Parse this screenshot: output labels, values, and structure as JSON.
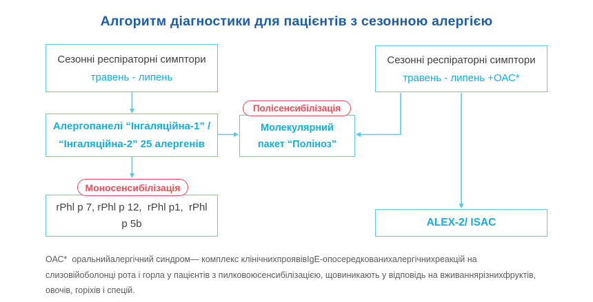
{
  "title": "Алгоритм діагностики для пацієнтів з сезонною алергією",
  "colors": {
    "title_blue": "#1b5cab",
    "box_border_cyan": "#58c8ef",
    "text_cyan": "#12aee0",
    "badge_red": "#ee4b57",
    "text_dark": "#3f3f3f",
    "footnote_gray": "#5a5a5a"
  },
  "flowchart": {
    "left_top": {
      "line1": "Сезонні респіраторні симптори",
      "line2": "травень - липень"
    },
    "right_top": {
      "line1": "Сезонні респіраторні симптори",
      "line2": "травень - липень +ОАС*"
    },
    "allergopanel": {
      "line1": "Алергопанелі “Інгаляційна-1” /",
      "line2": "“Інгаляційна-2” 25 алергенів"
    },
    "poly_badge": "Полісенсибілізація",
    "molecular": {
      "line1": "Молекулярний",
      "line2": "пакет “Поліноз”"
    },
    "mono_badge": "Моносенсибілізація",
    "rphl": {
      "line1": "rPhl p 7, rPhl p 12,  rPhl p1,  rPhl",
      "line2": "p 5b"
    },
    "alex": {
      "label": "ALEX-2/ ISAC"
    }
  },
  "footnote": {
    "line1": "ОАС*  оральнийалергічний синдром— комплекс клінічнихпроявівIgE-опосередкованихалергічнихреакцій на",
    "line2": "слизовійоболонці рота і горла у пацієнтів з пилковоюсенсибілізацією, щовиникають у відповідь на вживаннярізнихфруктів,",
    "line3": "овочів, горіхів і спецій."
  }
}
